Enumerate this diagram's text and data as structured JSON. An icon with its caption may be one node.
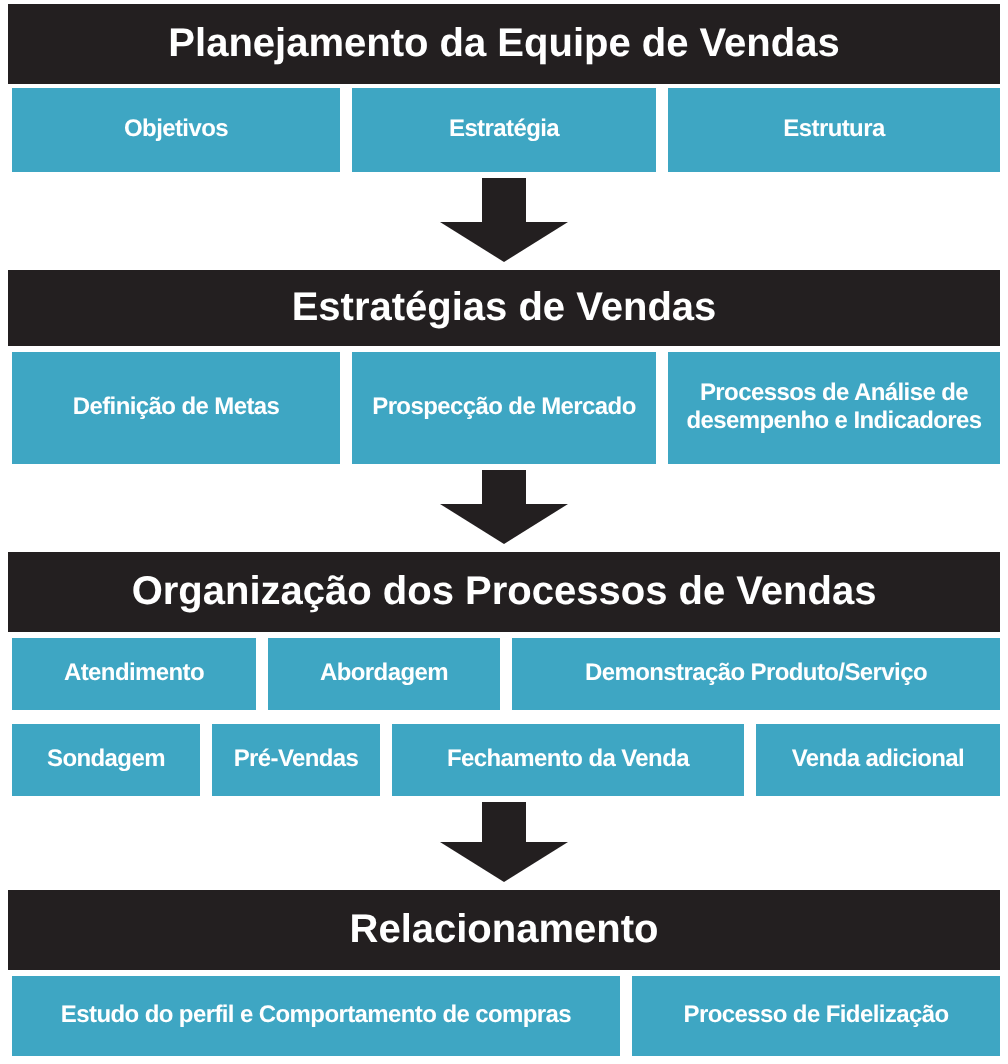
{
  "diagram": {
    "nodes": [
      {
        "text": [
          "Planejamento da Equipe de Vendas"
        ]
      },
      {
        "text": [
          "Objetivos"
        ]
      },
      {
        "text": [
          "Estratégia"
        ]
      },
      {
        "text": [
          "Estrutura"
        ]
      },
      {
        "text": [
          "Estratégias de Vendas"
        ]
      },
      {
        "text": [
          "Definição de Metas"
        ]
      },
      {
        "text": [
          "Prospecção de Mercado"
        ]
      },
      {
        "text": [
          "Processos de Análise de desempenho e Indicadores"
        ]
      },
      {
        "text": [
          "Organização dos Processos de Vendas"
        ]
      },
      {
        "text": [
          "Atendimento"
        ]
      },
      {
        "text": [
          "Abordagem"
        ]
      },
      {
        "text": [
          "Demonstração Produto/Serviço"
        ]
      },
      {
        "text": [
          "Sondagem"
        ]
      },
      {
        "text": [
          "Pré-Vendas"
        ]
      },
      {
        "text": [
          "Fechamento da Venda"
        ]
      },
      {
        "text": [
          "Venda adicional"
        ]
      },
      {
        "text": [
          "Relacionamento"
        ]
      },
      {
        "text": [
          "Estudo do perfil e Comportamento de compras"
        ]
      },
      {
        "text": [
          "Processo de Fidelização"
        ]
      }
    ],
    "edges": [
      {
        "from": 2,
        "to": 4,
        "arrow": "to"
      },
      {
        "from": 6,
        "to": 8,
        "arrow": "to"
      },
      {
        "from": 14,
        "to": 16,
        "arrow": "to"
      }
    ]
  }
}
